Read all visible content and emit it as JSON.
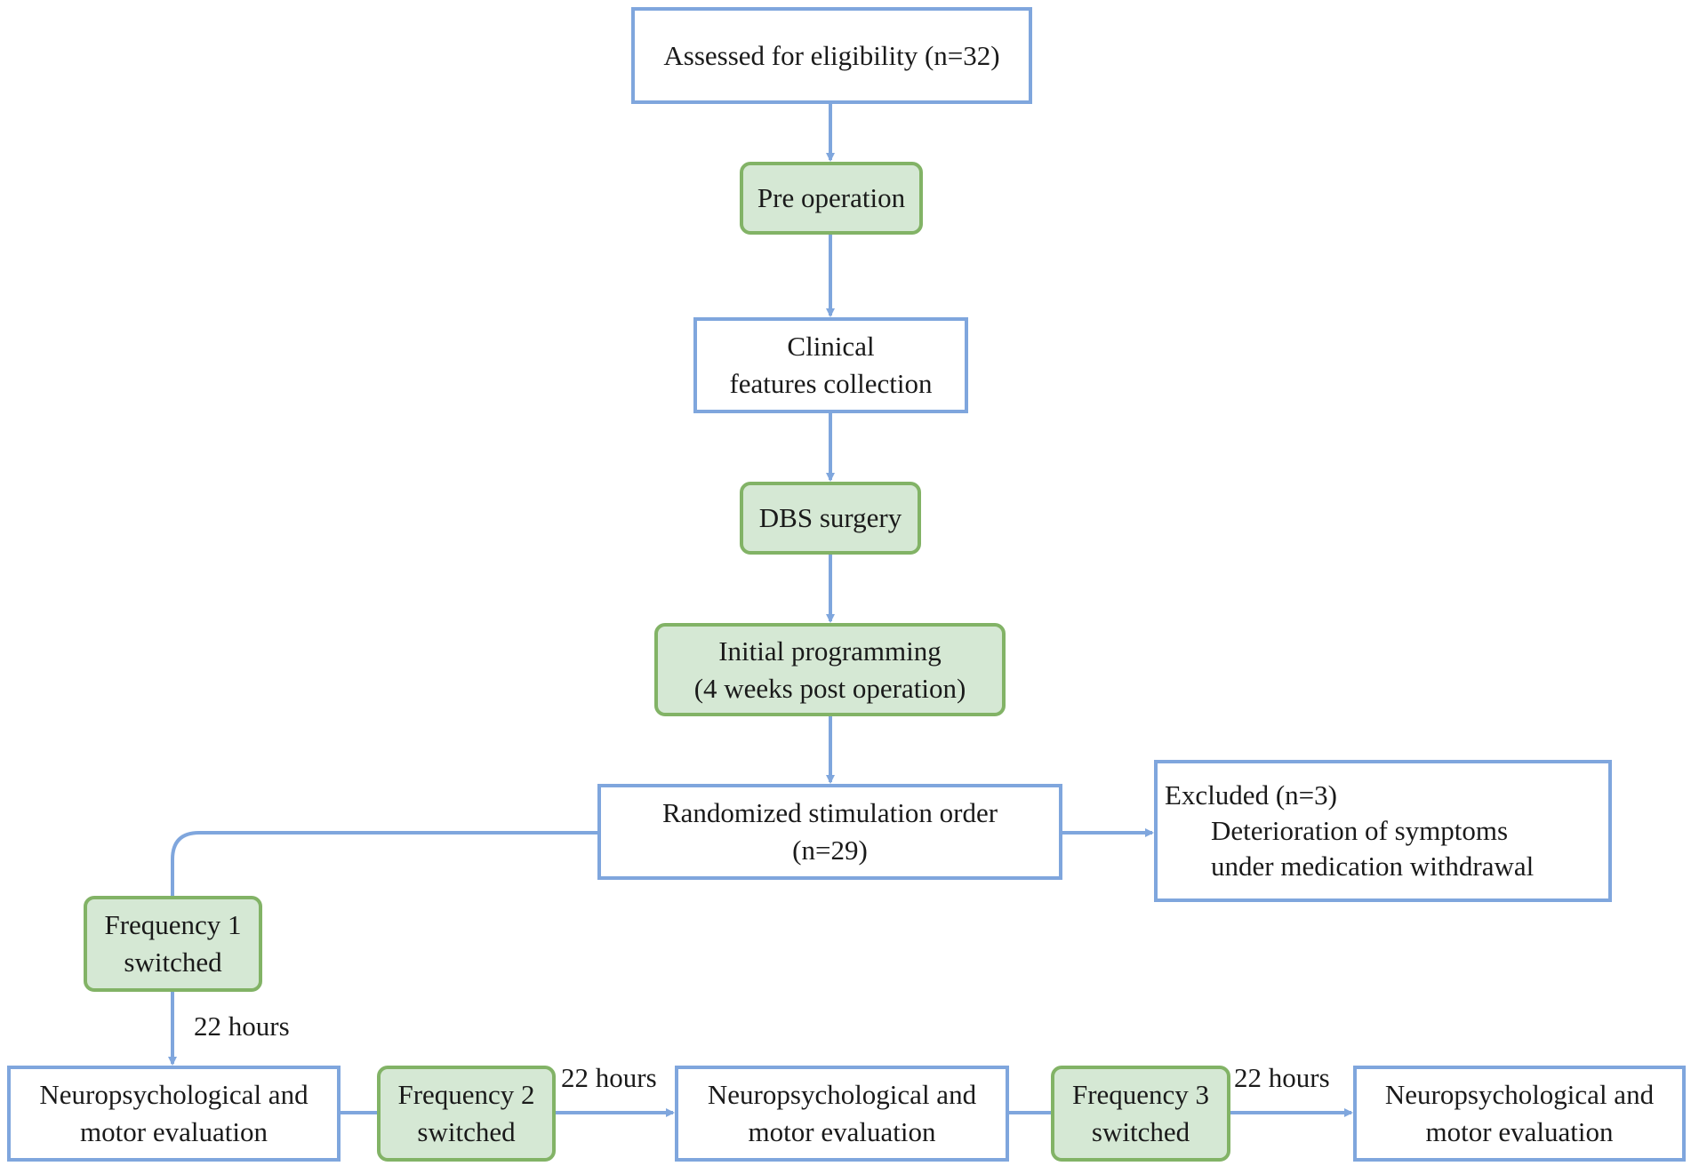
{
  "nodes": {
    "eligibility": {
      "lines": [
        "Assessed for eligibility (n=32)"
      ]
    },
    "pre_operation": {
      "lines": [
        "Pre operation"
      ]
    },
    "clinical_features": {
      "lines": [
        "Clinical",
        "features collection"
      ]
    },
    "dbs_surgery": {
      "lines": [
        "DBS surgery"
      ]
    },
    "initial_programming": {
      "lines": [
        "Initial programming",
        "(4 weeks post operation)"
      ]
    },
    "randomized": {
      "lines": [
        "Randomized stimulation order",
        "(n=29)"
      ]
    },
    "excluded": {
      "title": "Excluded (n=3)",
      "lines": [
        "Deterioration of symptoms",
        "under medication withdrawal"
      ]
    },
    "frequency_1": {
      "lines": [
        "Frequency 1",
        "switched"
      ]
    },
    "evaluation_1": {
      "lines": [
        "Neuropsychological and",
        "motor evaluation"
      ]
    },
    "frequency_2": {
      "lines": [
        "Frequency 2",
        "switched"
      ]
    },
    "evaluation_2": {
      "lines": [
        "Neuropsychological and",
        "motor evaluation"
      ]
    },
    "frequency_3": {
      "lines": [
        "Frequency 3",
        "switched"
      ]
    },
    "evaluation_3": {
      "lines": [
        "Neuropsychological and",
        "motor evaluation"
      ]
    }
  },
  "edge_labels": {
    "freq1_to_eval1": "22 hours",
    "freq2_to_eval2": "22 hours",
    "freq3_to_eval3": "22 hours"
  },
  "colors": {
    "blue_border": "#7fa6dd",
    "green_fill": "#d5e8d4",
    "green_border": "#82b366",
    "arrow": "#7fa6dd"
  }
}
